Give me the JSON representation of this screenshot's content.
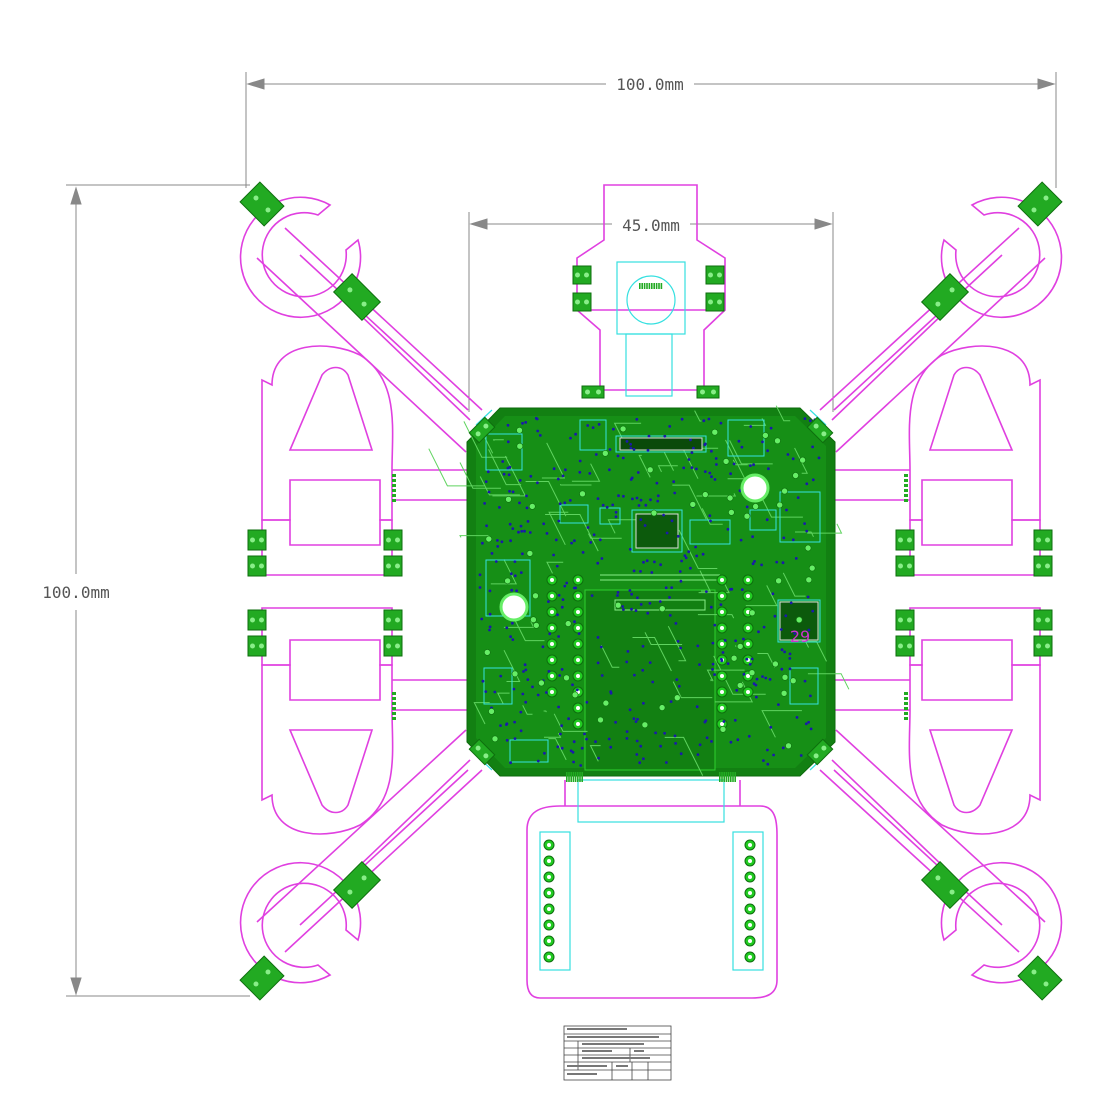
{
  "drawing": {
    "dimensions": {
      "overall_width": "100.0mm",
      "overall_height": "100.0mm",
      "board_width": "45.0mm"
    },
    "silkscreen_label": "29",
    "colors": {
      "outline": "#e040e0",
      "copper": "#128012",
      "pad": "#22aa22",
      "keepout": "#35e0e0",
      "dimension": "#888888",
      "via": "#1a1aaa"
    }
  }
}
